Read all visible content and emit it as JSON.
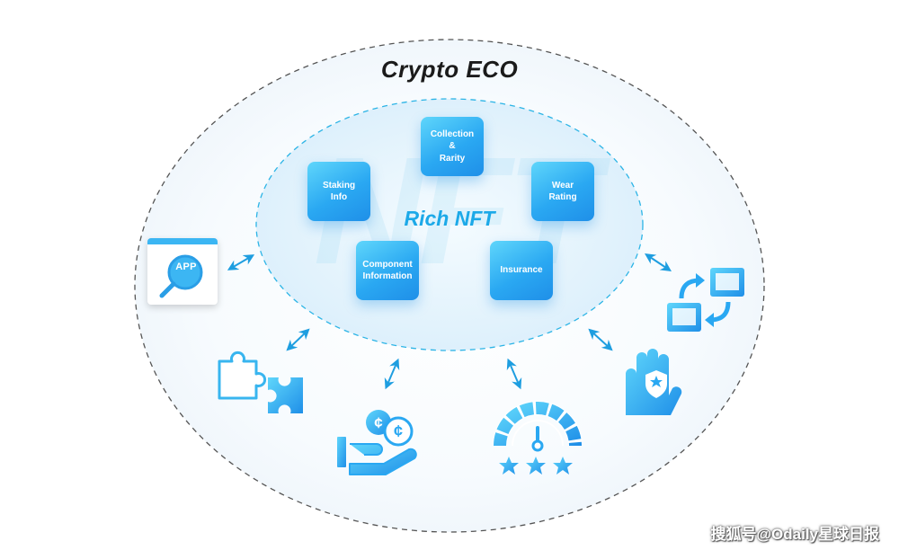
{
  "diagram": {
    "title": "Crypto ECO",
    "center_label": "Rich NFT",
    "center_watermark": "NFT",
    "nft_cards": [
      {
        "id": "collection",
        "label": "Collection\n&\nRarity"
      },
      {
        "id": "staking",
        "label": "Staking\nInfo"
      },
      {
        "id": "wear",
        "label": "Wear\nRating"
      },
      {
        "id": "component",
        "label": "Component\nInformation"
      },
      {
        "id": "insurance",
        "label": "Insurance"
      }
    ],
    "app_icon_text": "APP",
    "credit": "搜狐号@Odaily星球日报"
  },
  "colors": {
    "accent": "#2aa8f2",
    "accent_light": "#5fd6fb",
    "dash_outer": "#4a4a4a",
    "dash_inner": "#2cb4e6"
  },
  "icons": [
    "app-search-icon",
    "swap-exchange-icon",
    "puzzle-pieces-icon",
    "coins-hand-icon",
    "rating-gauge-stars-icon",
    "insurance-hand-shield-icon",
    "double-arrow-icon"
  ]
}
